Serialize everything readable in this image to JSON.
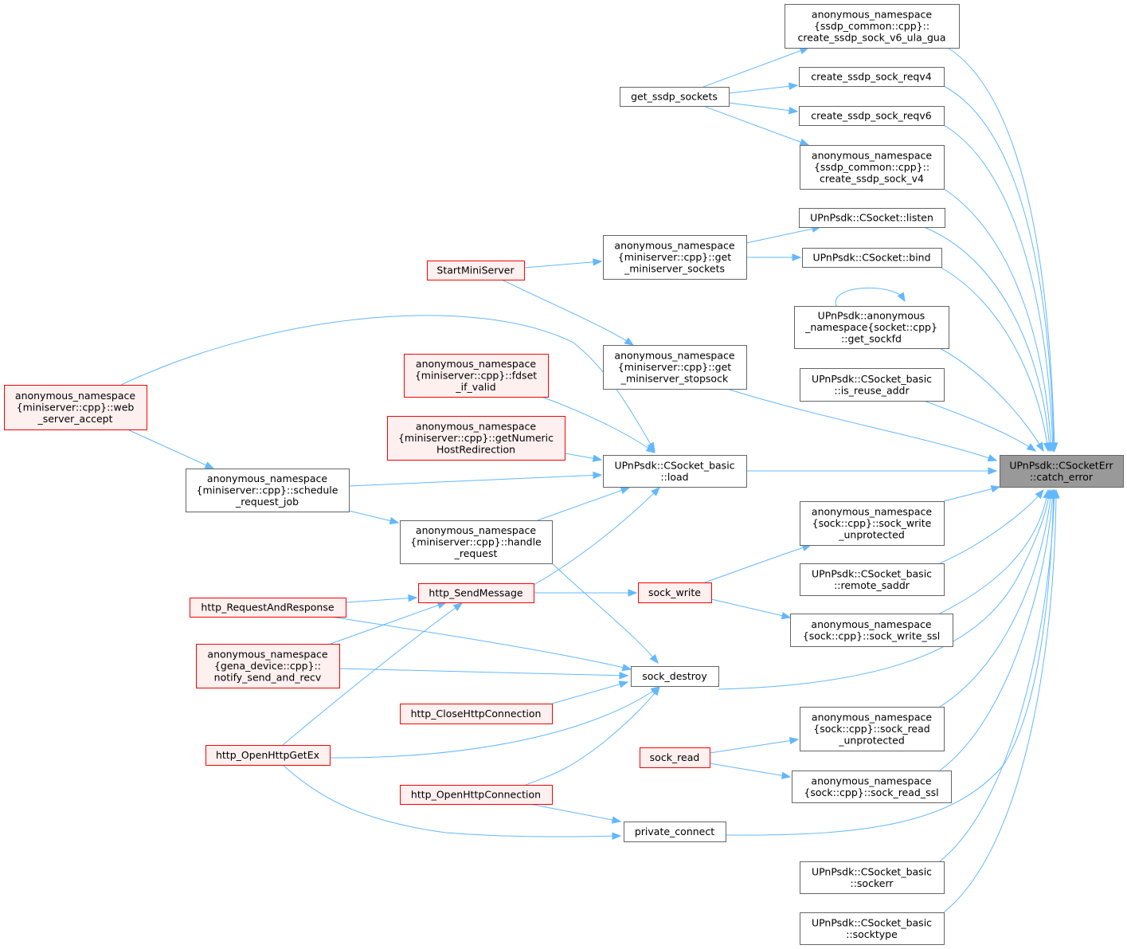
{
  "colors": {
    "edge": "#63b8ff",
    "node_border": "#666666",
    "undocumented_border": "#ff0000",
    "undocumented_fill": "#fff0f0",
    "focus_fill": "#999999"
  },
  "nodes": [
    {
      "id": "catch_error",
      "lines": [
        "UPnPsdk::CSocketErr",
        "::catch_error"
      ],
      "style": "focus"
    },
    {
      "id": "v6_ula_gua",
      "lines": [
        "anonymous_namespace",
        "{ssdp_common::cpp}::",
        "create_ssdp_sock_v6_ula_gua"
      ],
      "style": "gray"
    },
    {
      "id": "reqv4",
      "lines": [
        "create_ssdp_sock_reqv4"
      ],
      "style": "gray"
    },
    {
      "id": "reqv6",
      "lines": [
        "create_ssdp_sock_reqv6"
      ],
      "style": "gray"
    },
    {
      "id": "sock_v4",
      "lines": [
        "anonymous_namespace",
        "{ssdp_common::cpp}::",
        "create_ssdp_sock_v4"
      ],
      "style": "gray"
    },
    {
      "id": "get_ssdp_sockets",
      "lines": [
        "get_ssdp_sockets"
      ],
      "style": "gray"
    },
    {
      "id": "listen",
      "lines": [
        "UPnPsdk::CSocket::listen"
      ],
      "style": "gray"
    },
    {
      "id": "bind",
      "lines": [
        "UPnPsdk::CSocket::bind"
      ],
      "style": "gray"
    },
    {
      "id": "get_sockfd",
      "lines": [
        "UPnPsdk::anonymous",
        "_namespace{socket::cpp}",
        "::get_sockfd"
      ],
      "style": "gray"
    },
    {
      "id": "is_reuse_addr",
      "lines": [
        "UPnPsdk::CSocket_basic",
        "::is_reuse_addr"
      ],
      "style": "gray"
    },
    {
      "id": "get_miniserver_sockets",
      "lines": [
        "anonymous_namespace",
        "{miniserver::cpp}::get",
        "_miniserver_sockets"
      ],
      "style": "gray"
    },
    {
      "id": "StartMiniServer",
      "lines": [
        "StartMiniServer"
      ],
      "style": "red"
    },
    {
      "id": "get_miniserver_stopsock",
      "lines": [
        "anonymous_namespace",
        "{miniserver::cpp}::get",
        "_miniserver_stopsock"
      ],
      "style": "gray"
    },
    {
      "id": "fdset_if_valid",
      "lines": [
        "anonymous_namespace",
        "{miniserver::cpp}::fdset",
        "_if_valid"
      ],
      "style": "red"
    },
    {
      "id": "getNumericHostRedirection",
      "lines": [
        "anonymous_namespace",
        "{miniserver::cpp}::getNumeric",
        "HostRedirection"
      ],
      "style": "red"
    },
    {
      "id": "web_server_accept",
      "lines": [
        "anonymous_namespace",
        "{miniserver::cpp}::web",
        "_server_accept"
      ],
      "style": "red"
    },
    {
      "id": "load",
      "lines": [
        "UPnPsdk::CSocket_basic",
        "::load"
      ],
      "style": "gray"
    },
    {
      "id": "schedule_request_job",
      "lines": [
        "anonymous_namespace",
        "{miniserver::cpp}::schedule",
        "_request_job"
      ],
      "style": "gray"
    },
    {
      "id": "handle_request",
      "lines": [
        "anonymous_namespace",
        "{miniserver::cpp}::handle",
        "_request"
      ],
      "style": "gray"
    },
    {
      "id": "sock_write_unprotected",
      "lines": [
        "anonymous_namespace",
        "{sock::cpp}::sock_write",
        "_unprotected"
      ],
      "style": "gray"
    },
    {
      "id": "remote_saddr",
      "lines": [
        "UPnPsdk::CSocket_basic",
        "::remote_saddr"
      ],
      "style": "gray"
    },
    {
      "id": "http_SendMessage",
      "lines": [
        "http_SendMessage"
      ],
      "style": "red"
    },
    {
      "id": "sock_write",
      "lines": [
        "sock_write"
      ],
      "style": "red"
    },
    {
      "id": "http_RequestAndResponse",
      "lines": [
        "http_RequestAndResponse"
      ],
      "style": "red"
    },
    {
      "id": "sock_write_ssl",
      "lines": [
        "anonymous_namespace",
        "{sock::cpp}::sock_write_ssl"
      ],
      "style": "gray"
    },
    {
      "id": "notify_send_and_recv",
      "lines": [
        "anonymous_namespace",
        "{gena_device::cpp}::",
        "notify_send_and_recv"
      ],
      "style": "red"
    },
    {
      "id": "sock_destroy",
      "lines": [
        "sock_destroy"
      ],
      "style": "gray"
    },
    {
      "id": "http_CloseHttpConnection",
      "lines": [
        "http_CloseHttpConnection"
      ],
      "style": "red"
    },
    {
      "id": "sock_read_unprotected",
      "lines": [
        "anonymous_namespace",
        "{sock::cpp}::sock_read",
        "_unprotected"
      ],
      "style": "gray"
    },
    {
      "id": "http_OpenHttpGetEx",
      "lines": [
        "http_OpenHttpGetEx"
      ],
      "style": "red"
    },
    {
      "id": "sock_read",
      "lines": [
        "sock_read"
      ],
      "style": "red"
    },
    {
      "id": "sock_read_ssl",
      "lines": [
        "anonymous_namespace",
        "{sock::cpp}::sock_read_ssl"
      ],
      "style": "gray"
    },
    {
      "id": "http_OpenHttpConnection",
      "lines": [
        "http_OpenHttpConnection"
      ],
      "style": "red"
    },
    {
      "id": "private_connect",
      "lines": [
        "private_connect"
      ],
      "style": "gray"
    },
    {
      "id": "sockerr",
      "lines": [
        "UPnPsdk::CSocket_basic",
        "::sockerr"
      ],
      "style": "gray"
    },
    {
      "id": "socktype",
      "lines": [
        "UPnPsdk::CSocket_basic",
        "::socktype"
      ],
      "style": "gray"
    }
  ],
  "edges": [
    {
      "from": "v6_ula_gua",
      "to": "catch_error"
    },
    {
      "from": "reqv4",
      "to": "catch_error"
    },
    {
      "from": "reqv6",
      "to": "catch_error"
    },
    {
      "from": "sock_v4",
      "to": "catch_error"
    },
    {
      "from": "listen",
      "to": "catch_error"
    },
    {
      "from": "bind",
      "to": "catch_error"
    },
    {
      "from": "get_sockfd",
      "to": "catch_error"
    },
    {
      "from": "is_reuse_addr",
      "to": "catch_error"
    },
    {
      "from": "get_miniserver_stopsock",
      "to": "catch_error"
    },
    {
      "from": "load",
      "to": "catch_error"
    },
    {
      "from": "sock_write_unprotected",
      "to": "catch_error"
    },
    {
      "from": "remote_saddr",
      "to": "catch_error"
    },
    {
      "from": "sock_write_ssl",
      "to": "catch_error"
    },
    {
      "from": "sock_destroy",
      "to": "catch_error"
    },
    {
      "from": "sock_read_unprotected",
      "to": "catch_error"
    },
    {
      "from": "sock_read_ssl",
      "to": "catch_error"
    },
    {
      "from": "private_connect",
      "to": "catch_error"
    },
    {
      "from": "sockerr",
      "to": "catch_error"
    },
    {
      "from": "socktype",
      "to": "catch_error"
    },
    {
      "from": "get_ssdp_sockets",
      "to": "v6_ula_gua"
    },
    {
      "from": "get_ssdp_sockets",
      "to": "reqv4"
    },
    {
      "from": "get_ssdp_sockets",
      "to": "reqv6"
    },
    {
      "from": "get_ssdp_sockets",
      "to": "sock_v4"
    },
    {
      "from": "get_miniserver_sockets",
      "to": "listen"
    },
    {
      "from": "get_miniserver_sockets",
      "to": "bind"
    },
    {
      "from": "get_sockfd",
      "to": "get_sockfd"
    },
    {
      "from": "StartMiniServer",
      "to": "get_miniserver_sockets"
    },
    {
      "from": "StartMiniServer",
      "to": "get_miniserver_stopsock"
    },
    {
      "from": "web_server_accept",
      "to": "load"
    },
    {
      "from": "fdset_if_valid",
      "to": "load"
    },
    {
      "from": "getNumericHostRedirection",
      "to": "load"
    },
    {
      "from": "schedule_request_job",
      "to": "load"
    },
    {
      "from": "handle_request",
      "to": "load"
    },
    {
      "from": "http_SendMessage",
      "to": "load"
    },
    {
      "from": "web_server_accept",
      "to": "schedule_request_job"
    },
    {
      "from": "schedule_request_job",
      "to": "handle_request"
    },
    {
      "from": "http_SendMessage",
      "to": "sock_write"
    },
    {
      "from": "http_RequestAndResponse",
      "to": "http_SendMessage"
    },
    {
      "from": "notify_send_and_recv",
      "to": "http_SendMessage"
    },
    {
      "from": "http_OpenHttpGetEx",
      "to": "http_SendMessage"
    },
    {
      "from": "sock_write",
      "to": "sock_write_unprotected"
    },
    {
      "from": "sock_write",
      "to": "sock_write_ssl"
    },
    {
      "from": "handle_request",
      "to": "sock_destroy"
    },
    {
      "from": "http_RequestAndResponse",
      "to": "sock_destroy"
    },
    {
      "from": "notify_send_and_recv",
      "to": "sock_destroy"
    },
    {
      "from": "http_CloseHttpConnection",
      "to": "sock_destroy"
    },
    {
      "from": "http_OpenHttpGetEx",
      "to": "sock_destroy"
    },
    {
      "from": "http_OpenHttpConnection",
      "to": "sock_destroy"
    },
    {
      "from": "sock_read",
      "to": "sock_read_unprotected"
    },
    {
      "from": "sock_read",
      "to": "sock_read_ssl"
    },
    {
      "from": "http_OpenHttpConnection",
      "to": "private_connect"
    },
    {
      "from": "http_OpenHttpGetEx",
      "to": "private_connect"
    }
  ]
}
